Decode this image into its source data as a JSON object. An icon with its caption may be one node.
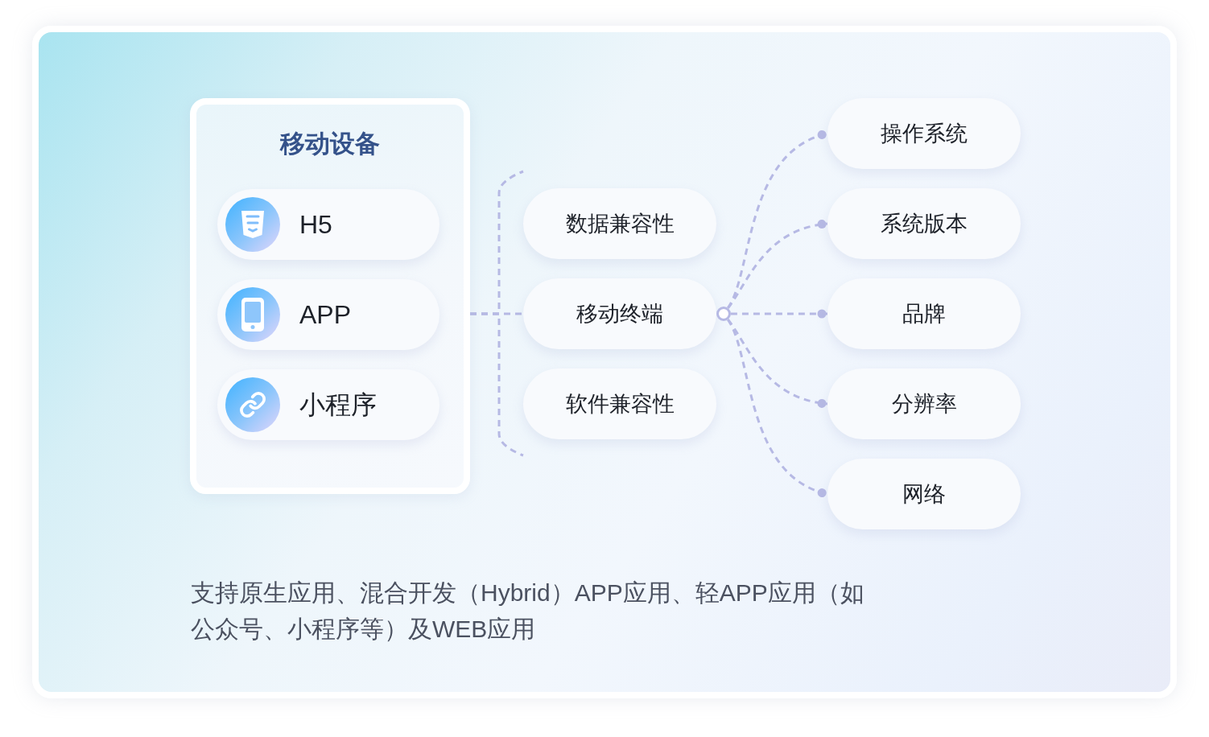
{
  "diagram": {
    "caption": "支持原生应用、混合开发（Hybrid）APP应用、轻APP应用（如公众号、小程序等）及WEB应用",
    "nodes": [
      {
        "text": [
          "移动设备"
        ]
      },
      {
        "text": [
          "H5"
        ],
        "in": 0
      },
      {
        "text": [
          "APP"
        ],
        "in": 0
      },
      {
        "text": [
          "小程序"
        ],
        "in": 0
      },
      {
        "text": [
          "数据兼容性"
        ]
      },
      {
        "text": [
          "移动终端"
        ]
      },
      {
        "text": [
          "软件兼容性"
        ]
      },
      {
        "text": [],
        "shape": "circle"
      },
      {
        "text": [
          "操作系统"
        ]
      },
      {
        "text": [
          "系统版本"
        ]
      },
      {
        "text": [
          "品牌"
        ]
      },
      {
        "text": [
          "分辨率"
        ]
      },
      {
        "text": [
          "网络"
        ]
      }
    ],
    "edges": [
      {
        "from": 0,
        "to": 4,
        "arrow": "none",
        "style": "dashed"
      },
      {
        "from": 0,
        "to": 5,
        "arrow": "none",
        "style": "dashed"
      },
      {
        "from": 0,
        "to": 6,
        "arrow": "none",
        "style": "dashed"
      },
      {
        "from": 7,
        "to": 8,
        "arrow": "other",
        "style": "dashed"
      },
      {
        "from": 7,
        "to": 9,
        "arrow": "other",
        "style": "dashed"
      },
      {
        "from": 7,
        "to": 10,
        "arrow": "other",
        "style": "dashed"
      },
      {
        "from": 7,
        "to": 11,
        "arrow": "other",
        "style": "dashed"
      },
      {
        "from": 7,
        "to": 12,
        "arrow": "other",
        "style": "dashed"
      }
    ]
  }
}
